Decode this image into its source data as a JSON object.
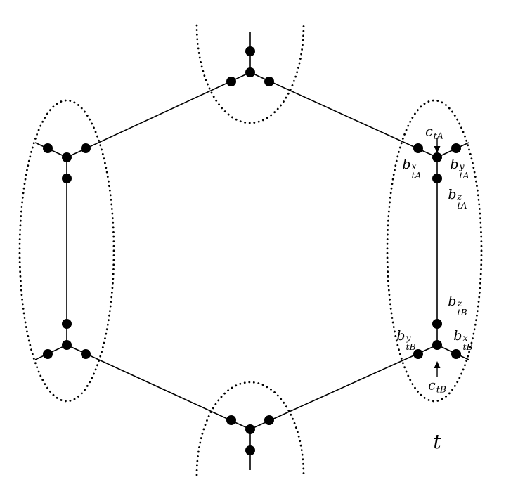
{
  "figure": {
    "kind": "honeycomb-lattice-majorana-decomposition-diagram",
    "unit_cell_label": "t"
  },
  "labels": {
    "c_tA": {
      "base": "c",
      "sub": "tA"
    },
    "b_tA_x": {
      "base": "b",
      "sup": "x",
      "sub": "tA"
    },
    "b_tA_y": {
      "base": "b",
      "sup": "y",
      "sub": "tA"
    },
    "b_tA_z": {
      "base": "b",
      "sup": "z",
      "sub": "tA"
    },
    "b_tB_z": {
      "base": "b",
      "sup": "z",
      "sub": "tB"
    },
    "b_tB_y": {
      "base": "b",
      "sup": "y",
      "sub": "tB"
    },
    "b_tB_x": {
      "base": "b",
      "sup": "x",
      "sub": "tB"
    },
    "c_tB": {
      "base": "c",
      "sub": "tB"
    },
    "t": "t"
  },
  "colors": {
    "ink": "#000000",
    "background": "#ffffff"
  }
}
